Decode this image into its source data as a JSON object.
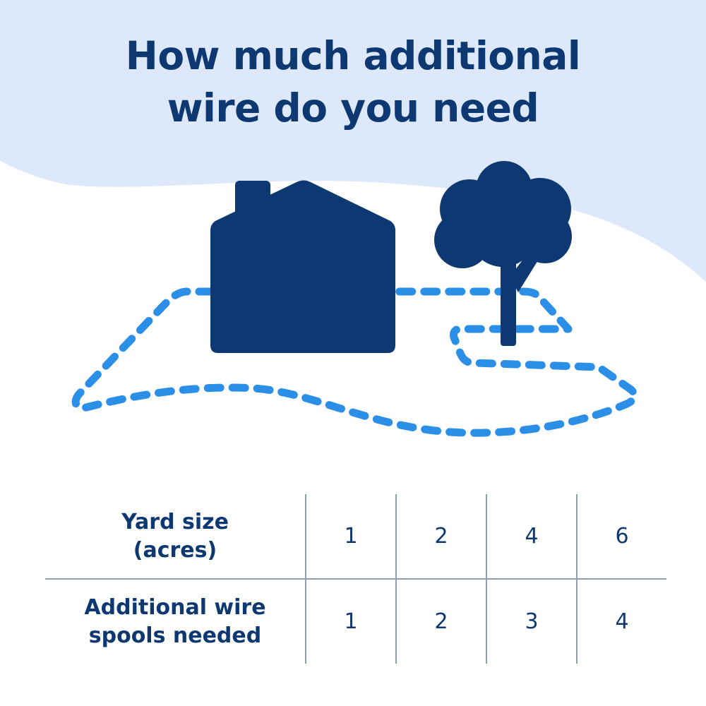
{
  "headline": {
    "line1": "How much additional",
    "line2": "wire do you need"
  },
  "illustration": {
    "house": "house-icon",
    "tree": "tree-icon",
    "boundary": "dashed-boundary-wire",
    "colors": {
      "background_blob": "#dde9fa",
      "shapes": "#0d3872",
      "wire": "#2b8fe8"
    }
  },
  "table": {
    "rows": [
      {
        "label_line1": "Yard size",
        "label_line2": "(acres)",
        "values": [
          "1",
          "2",
          "4",
          "6"
        ]
      },
      {
        "label_line1": "Additional wire",
        "label_line2": "spools needed",
        "values": [
          "1",
          "2",
          "3",
          "4"
        ]
      }
    ],
    "colors": {
      "text": "#0d3872",
      "grid": "#8f9fb3"
    }
  }
}
